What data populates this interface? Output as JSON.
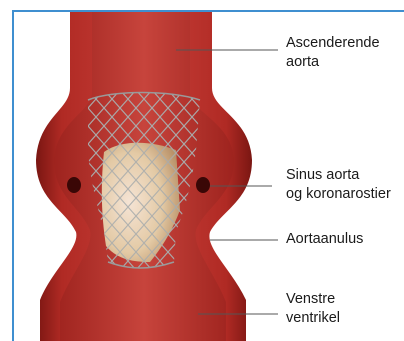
{
  "labels": {
    "ascending_aorta": "Ascenderende\naorta",
    "sinus": "Sinus aorta\nog koronarostier",
    "annulus": "Aortaanulus",
    "ventricle": "Venstre\nventrikel"
  },
  "colors": {
    "frame": "#3f8fd0",
    "vessel": "#b02a24",
    "vessel_dark": "#6e1210",
    "vessel_light": "#d9584f",
    "lumen": "#c2362f",
    "stent_wire": "#8a8a8a",
    "valve_tissue": "#f0e6c8",
    "leader": "#555555"
  }
}
